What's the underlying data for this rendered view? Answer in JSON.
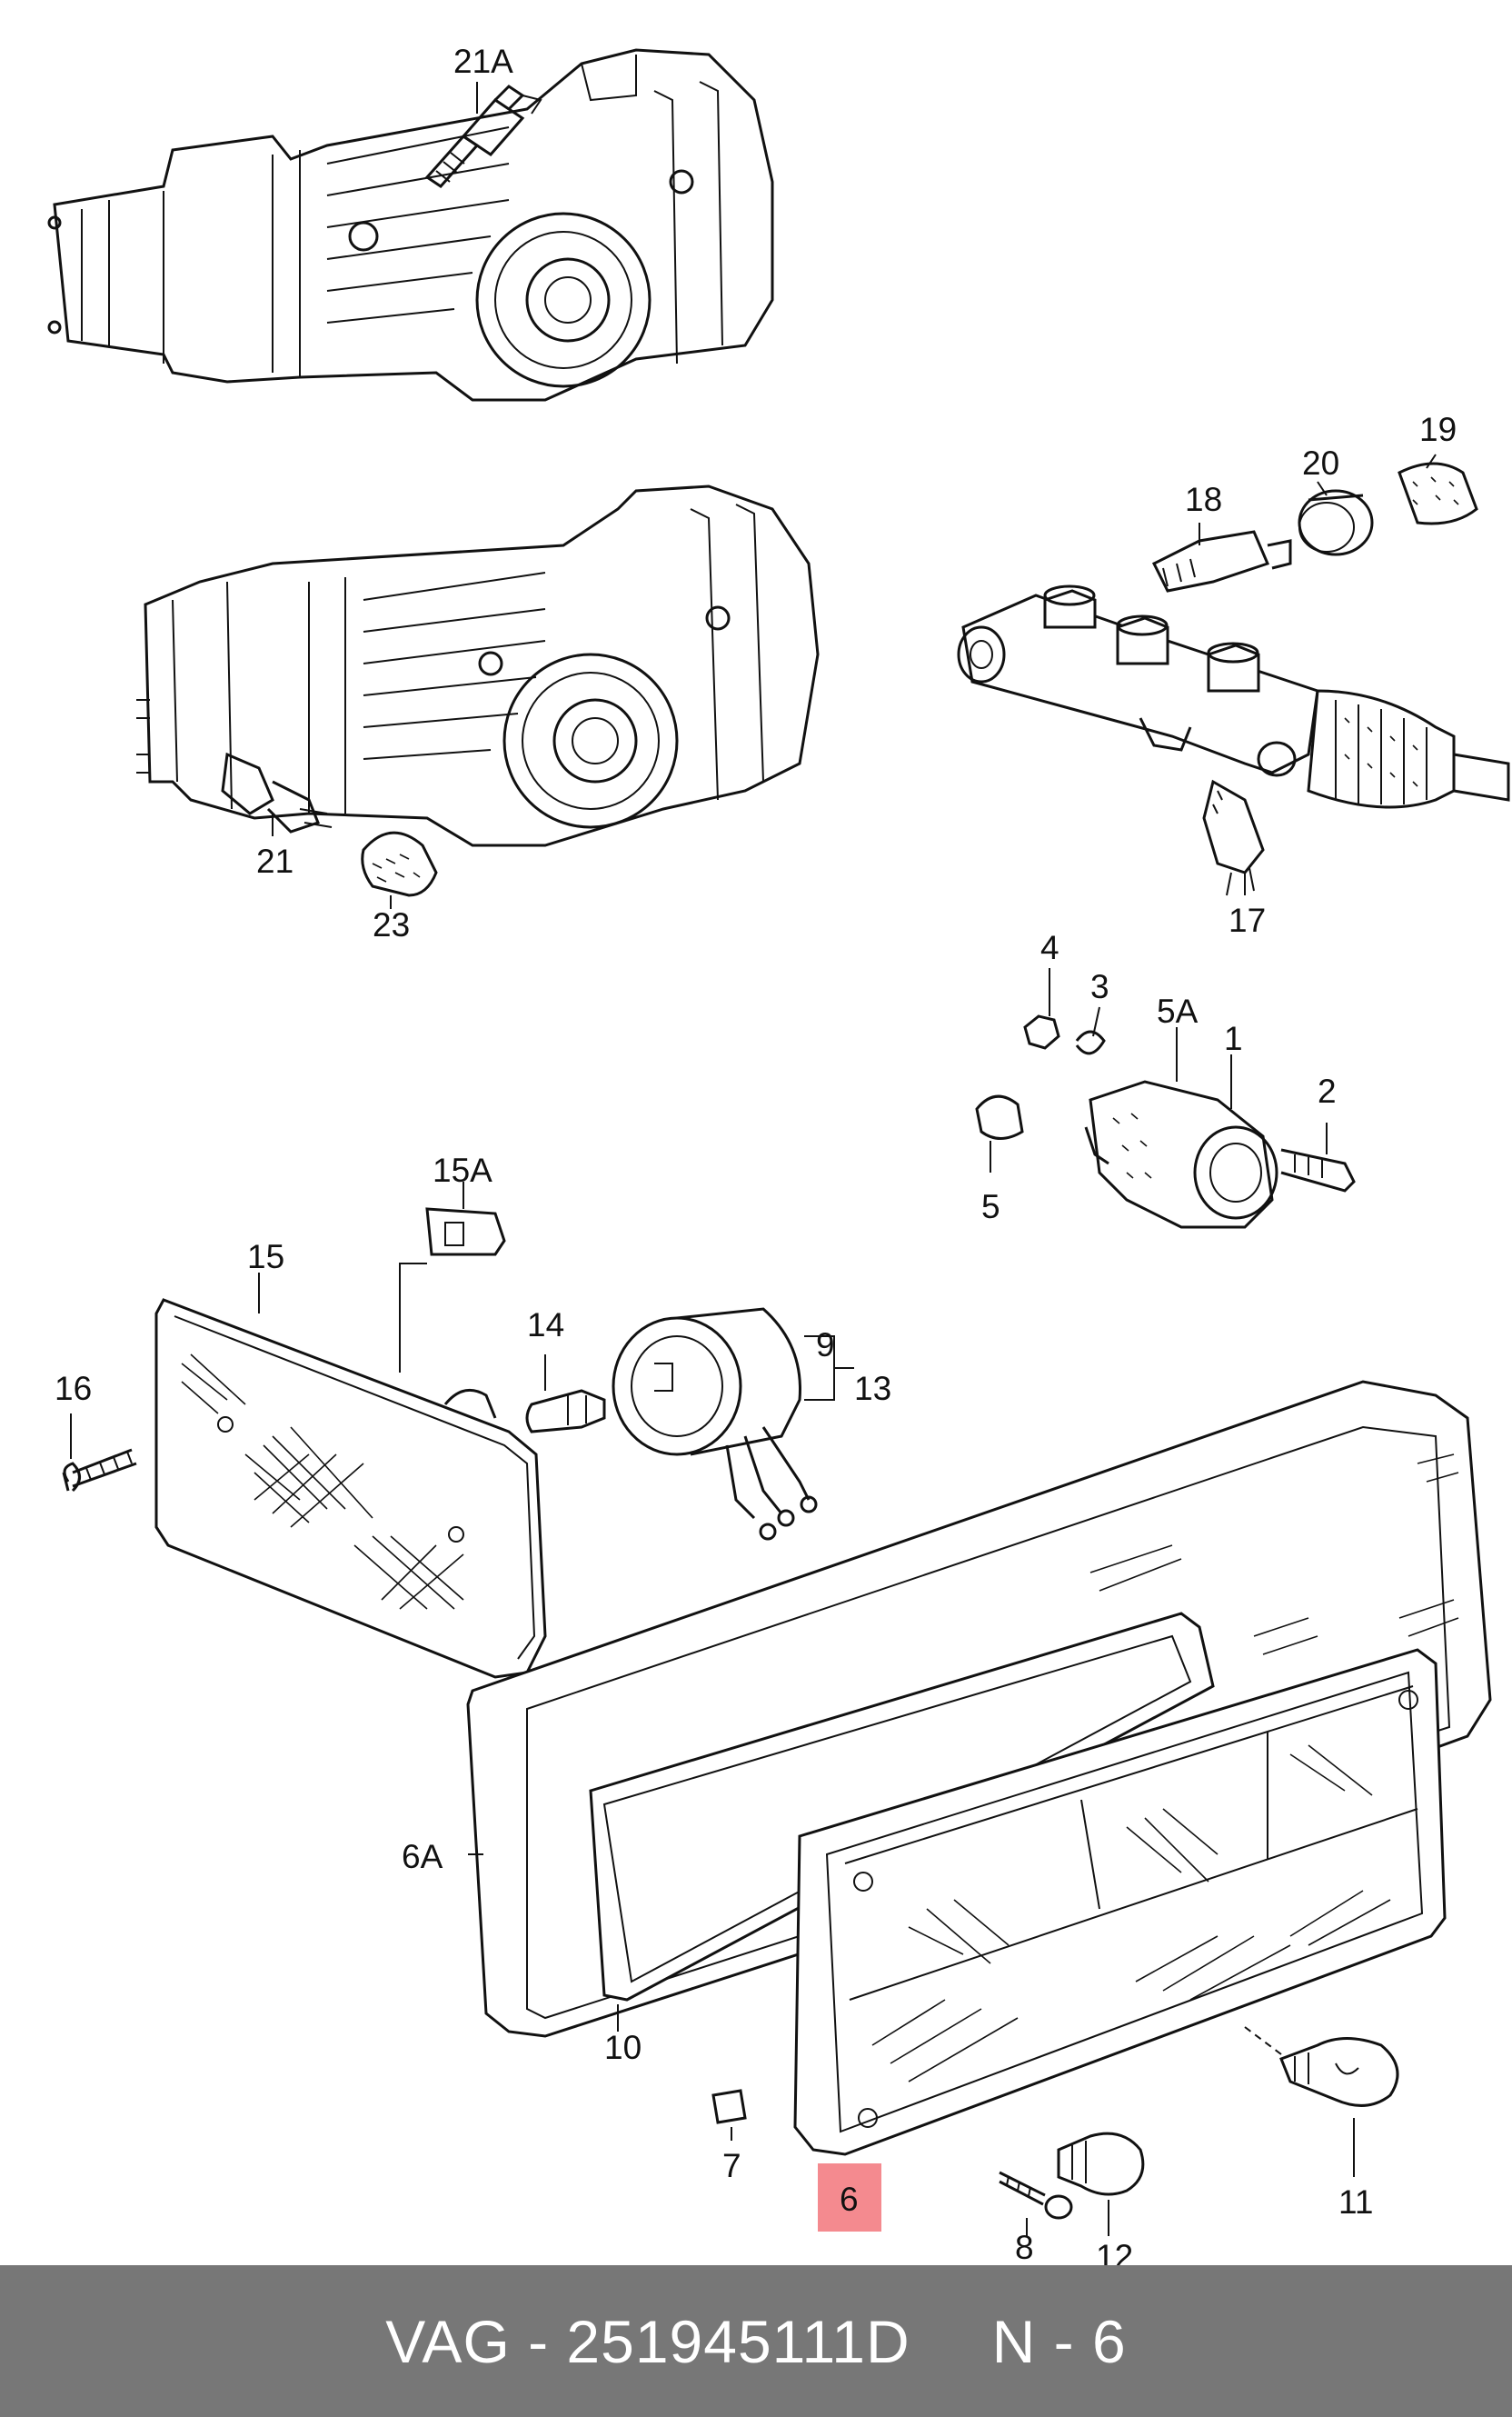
{
  "footer": {
    "part_prefix": "VAG - 251945111D",
    "position": "N - 6"
  },
  "highlight_color": "#f48a8f",
  "footer_color": "#777777",
  "callouts": {
    "c1": "1",
    "c2": "2",
    "c3": "3",
    "c4": "4",
    "c5": "5",
    "c5a": "5A",
    "c6": "6",
    "c6a": "6A",
    "c7": "7",
    "c8": "8",
    "c9": "9",
    "c10": "10",
    "c11": "11",
    "c12": "12",
    "c13": "13",
    "c14": "14",
    "c15": "15",
    "c15a": "15A",
    "c16": "16",
    "c17": "17",
    "c18": "18",
    "c19": "19",
    "c20": "20",
    "c21": "21",
    "c21a": "21A",
    "c23": "23"
  }
}
